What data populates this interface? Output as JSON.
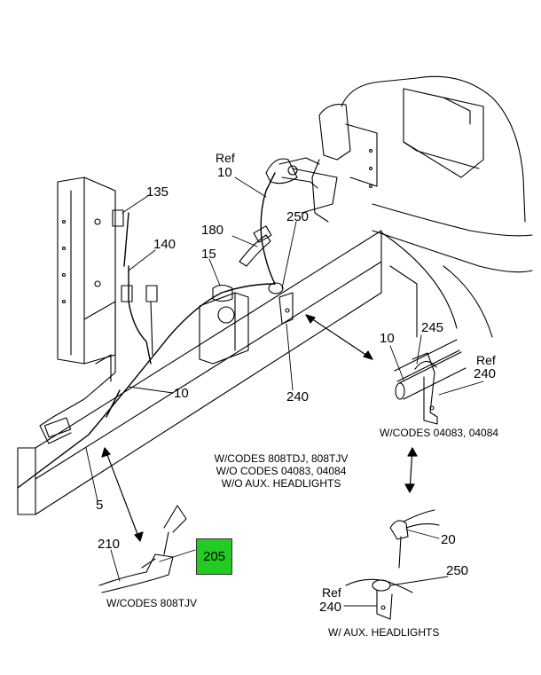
{
  "labels": {
    "ref10_top": "Ref",
    "n10_top": "10",
    "n135": "135",
    "n140": "140",
    "n180": "180",
    "n250_top": "250",
    "n15": "15",
    "n10_mid": "10",
    "n240_mid": "240",
    "n5": "5",
    "n10_right": "10",
    "n245": "245",
    "ref_right": "Ref",
    "n240_right": "240",
    "n210": "210",
    "n205": "205",
    "n20": "20",
    "n250_bottom": "250",
    "ref_bottom": "Ref",
    "n240_bottom": "240"
  },
  "captions": {
    "center": [
      "W/CODES 808TDJ, 808TJV",
      "W/O CODES 04083, 04084",
      "W/O AUX. HEADLIGHTS"
    ],
    "right": "W/CODES 04083, 04084",
    "bottom_left": "W/CODES 808TJV",
    "bottom_right": "W/ AUX. HEADLIGHTS"
  },
  "colors": {
    "highlight": "#22cc22",
    "line": "#000000"
  }
}
